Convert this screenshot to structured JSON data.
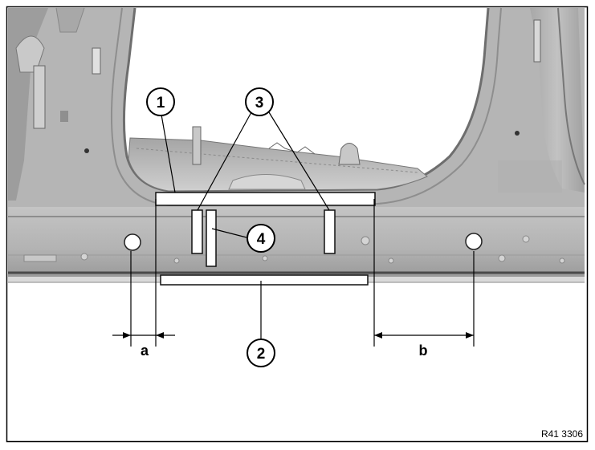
{
  "callouts": {
    "c1": "1",
    "c2": "2",
    "c3": "3",
    "c4": "4"
  },
  "dimensions": {
    "a": "a",
    "b": "b"
  },
  "reference_code": "R41 3306",
  "colors": {
    "panel_gray": "#b9b9b9",
    "panel_dark": "#8a8a8a",
    "outline": "#000000",
    "background": "#ffffff"
  }
}
